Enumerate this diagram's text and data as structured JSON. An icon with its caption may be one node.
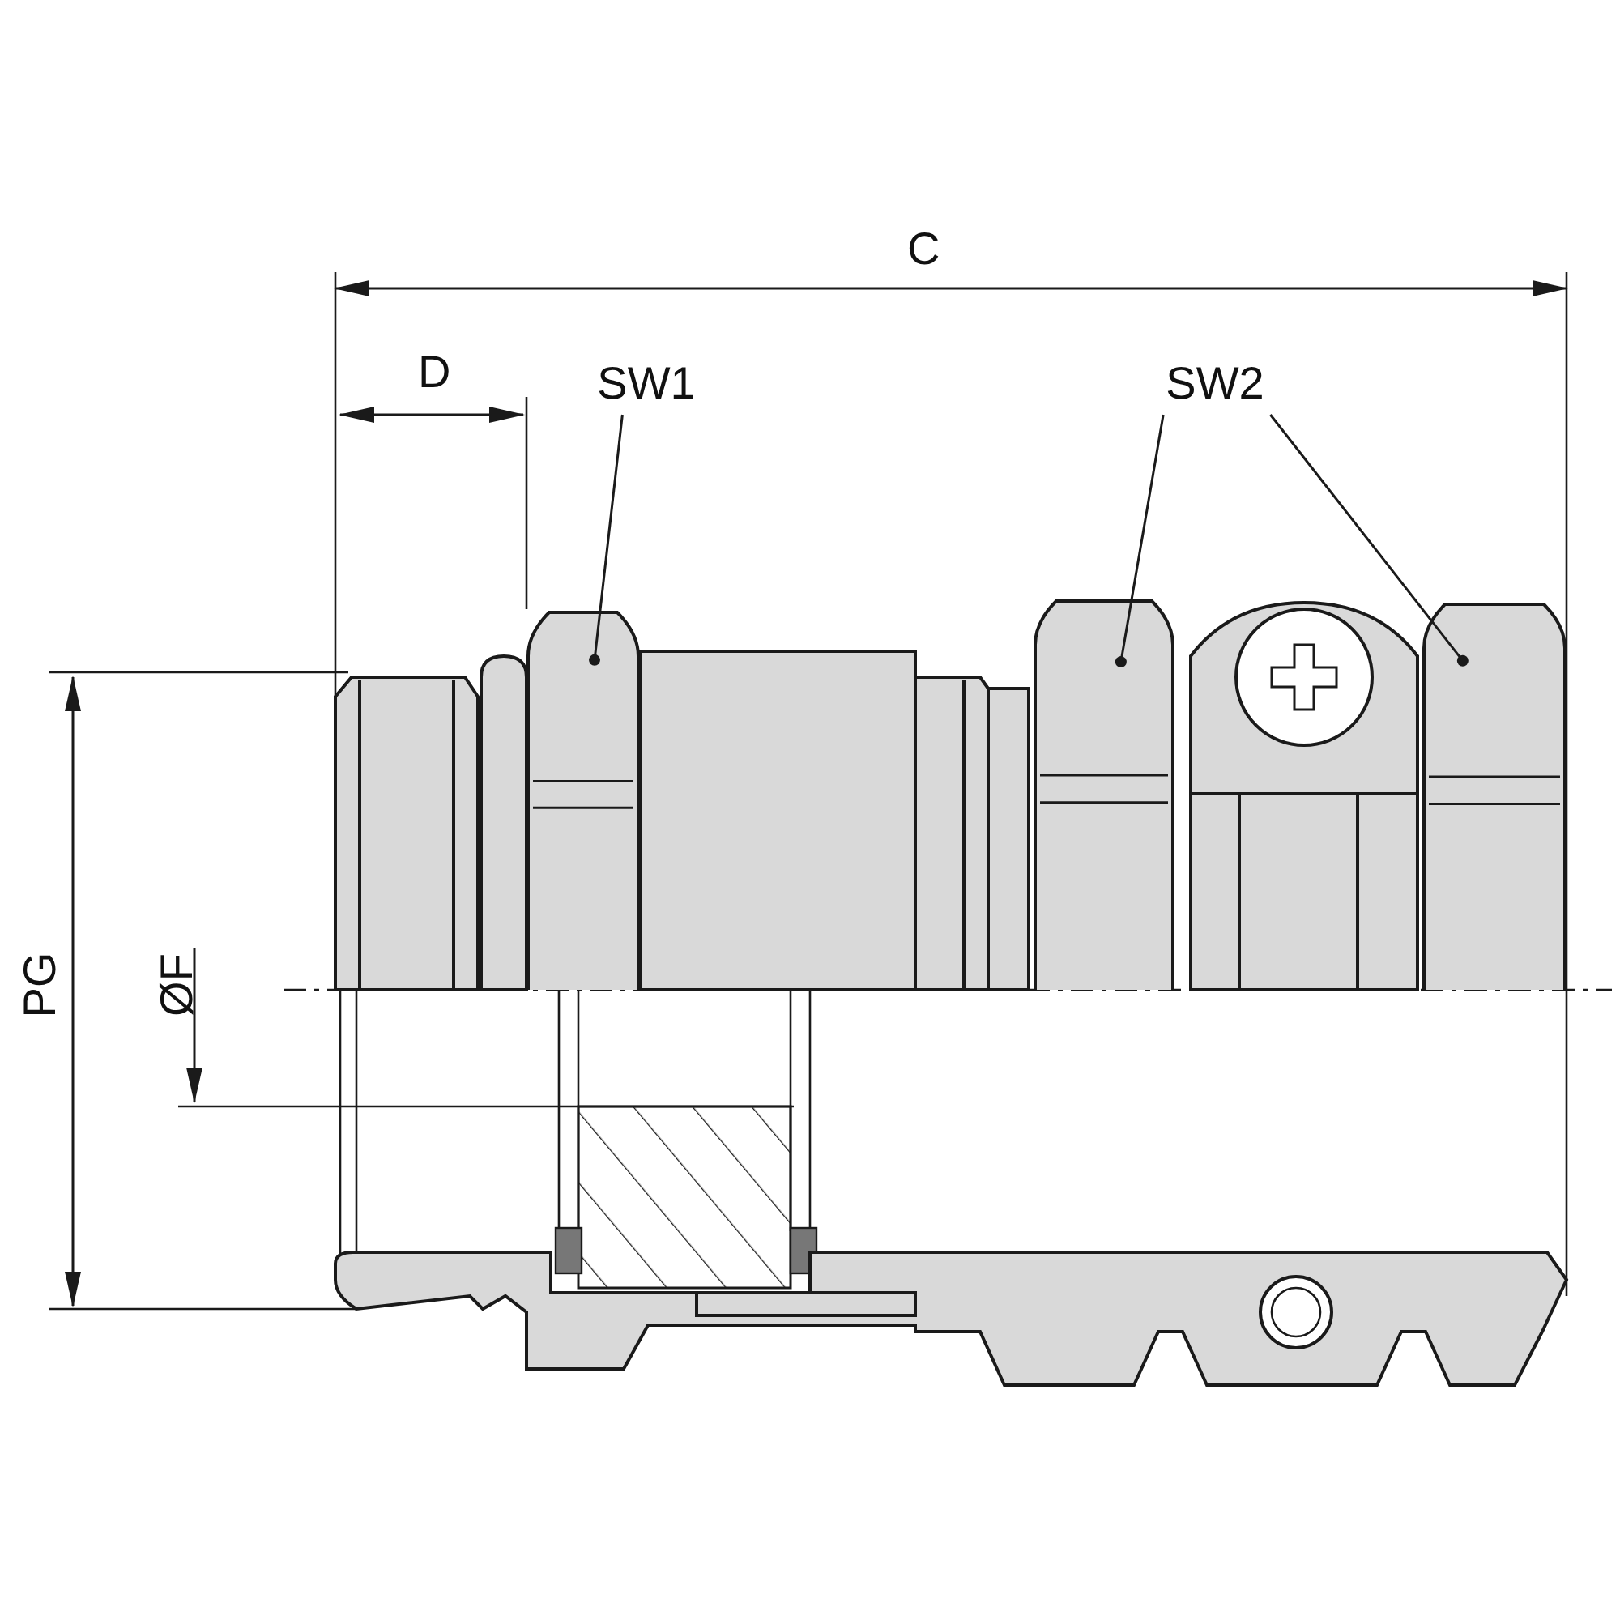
{
  "diagram": {
    "nodes": [
      {
        "text": [
          "SW1"
        ]
      },
      {
        "text": [],
        "shape": "box"
      },
      {
        "text": [
          "SW2"
        ]
      },
      {
        "text": [],
        "shape": "box"
      },
      {
        "text": [],
        "shape": "box"
      }
    ],
    "edges": [
      {
        "from": 0,
        "to": 1,
        "arrow": "other"
      },
      {
        "from": 2,
        "to": 3,
        "arrow": "other"
      },
      {
        "from": 2,
        "to": 4,
        "arrow": "other"
      }
    ],
    "labels": [
      "C",
      "D",
      "PG",
      "ØF"
    ]
  }
}
